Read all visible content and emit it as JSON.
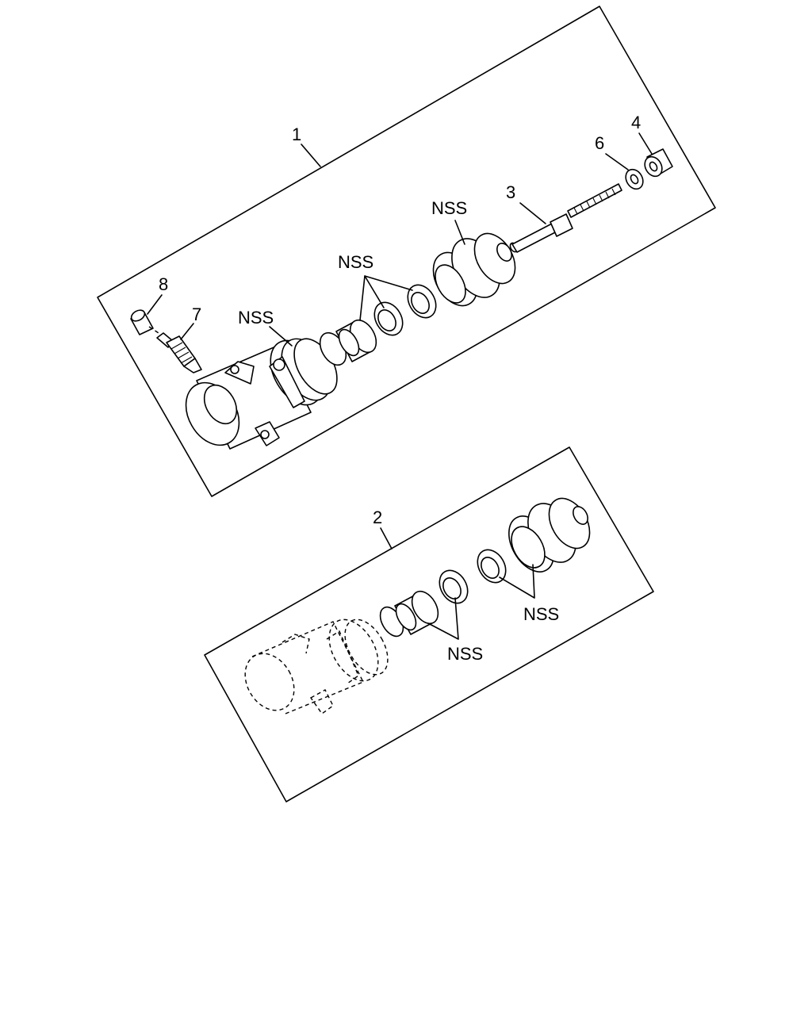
{
  "labels": {
    "callout_1": "1",
    "callout_2": "2",
    "callout_3": "3",
    "callout_4": "4",
    "callout_6": "6",
    "callout_7": "7",
    "callout_8": "8",
    "nss_body_1": "NSS",
    "nss_seals_1": "NSS",
    "nss_boot_1": "NSS",
    "nss_piston_2": "NSS",
    "nss_seals_2": "NSS"
  },
  "colors": {
    "line": "#000000",
    "background": "#ffffff"
  },
  "icons": [
    "clutch-release-cylinder",
    "piston",
    "cup-seal",
    "dust-boot",
    "push-rod",
    "lock-nut",
    "bleeder-screw",
    "bleeder-cap"
  ]
}
